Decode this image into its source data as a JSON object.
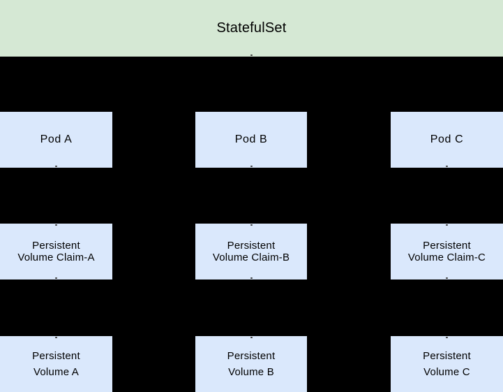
{
  "diagram": {
    "title": "StatefulSet",
    "colors": {
      "background": "#000000",
      "banner_fill": "#d5e8d4",
      "node_fill": "#dae8fc",
      "text": "#000000",
      "connector_mark": "#3c3c3c"
    },
    "columns": [
      {
        "id": "A",
        "pod_label": "Pod A",
        "pvc_line1": "Persistent",
        "pvc_line2": "Volume Claim-A",
        "pv_line1": "Persistent",
        "pv_line2": "Volume A"
      },
      {
        "id": "B",
        "pod_label": "Pod B",
        "pvc_line1": "Persistent",
        "pvc_line2": "Volume Claim-B",
        "pv_line1": "Persistent",
        "pv_line2": "Volume B"
      },
      {
        "id": "C",
        "pod_label": "Pod C",
        "pvc_line1": "Persistent",
        "pvc_line2": "Volume Claim-C",
        "pv_line1": "Persistent",
        "pv_line2": "Volume C"
      }
    ]
  }
}
